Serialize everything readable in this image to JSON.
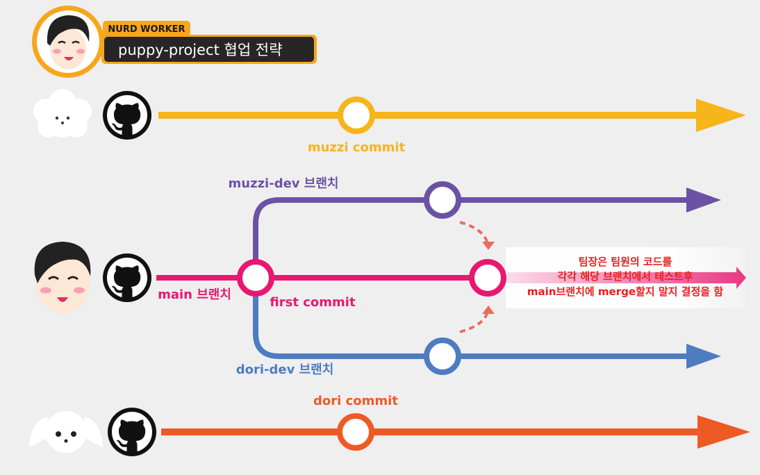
{
  "header": {
    "tag": "NURD WORKER",
    "title": "puppy-project 협업 전략",
    "avatar_icon": "developer-avatar-icon"
  },
  "colors": {
    "muzzi": "#f5b51b",
    "muzzi_dev": "#6b52a3",
    "main": "#e8176f",
    "dori_dev": "#4d7cc1",
    "dori": "#ee5a24",
    "note_text": "#e8201e",
    "background": "#efeff0"
  },
  "lanes": {
    "muzzi": {
      "commit_label": "muzzi commit",
      "icons": [
        "fluffy-dog-icon",
        "github-icon"
      ]
    },
    "muzzi_dev": {
      "branch_label": "muzzi-dev 브랜치"
    },
    "main": {
      "branch_label": "main 브랜치",
      "commit_label": "first commit",
      "icons": [
        "team-lead-avatar-icon",
        "github-icon"
      ]
    },
    "dori_dev": {
      "branch_label": "dori-dev 브랜치"
    },
    "dori": {
      "commit_label": "dori commit",
      "icons": [
        "floppy-ear-dog-icon",
        "github-icon"
      ]
    }
  },
  "note": {
    "line1": "팀장은 팀원의 코드를",
    "line2": "각각 해당 브랜치에서 테스트후",
    "line3": "main브랜치에 merge할지 말지 결정을 함"
  }
}
